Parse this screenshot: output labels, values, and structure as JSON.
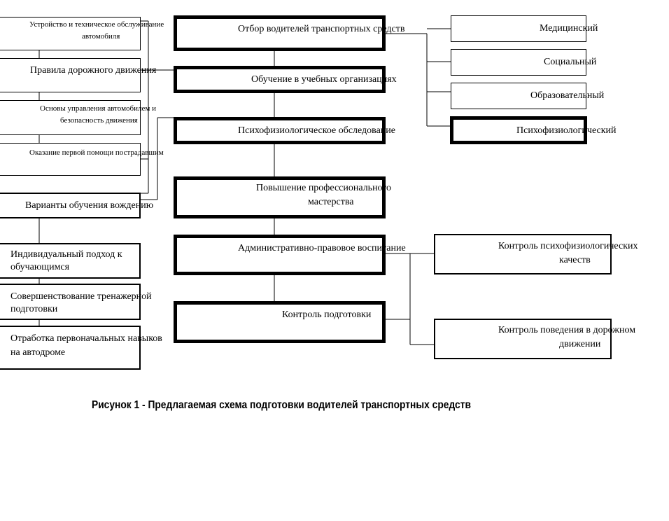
{
  "center": {
    "selection": "Отбор водителей транспортных средств",
    "training": "Обучение в учебных организациях",
    "psycho_exam": "Психофизиологическое обследование",
    "skill_line1": "Повышение профессионального",
    "skill_line2": "мастерства",
    "admin": "Административно-правовое воспитание",
    "control": "Контроль подготовки"
  },
  "left_top": {
    "device_line1": "Устройство и техническое обслуживание",
    "device_line2": "автомобиля",
    "rules": "Правила дорожного движения",
    "basics_line1": "Основы управления автомобилем и",
    "basics_line2": "безопасность движения",
    "first_aid": "Оказание первой помощи пострадавшим"
  },
  "left_bottom": {
    "variants": "Варианты обучения вождению",
    "individual_line1": "Индивидуальный подход к",
    "individual_line2": "обучающимся",
    "simulator_line1": "Совершенствование тренажерной",
    "simulator_line2": "подготовки",
    "practice_line1": "Отработка первоначальных навыков",
    "practice_line2": "на автодроме"
  },
  "right_top": {
    "medical": "Медицинский",
    "social": "Социальный",
    "educational": "Образовательный",
    "psycho": "Психофизиологический"
  },
  "right_bottom": {
    "control_psycho_line1": "Контроль психофизиологических",
    "control_psycho_line2": "качеств",
    "control_behavior_line1": "Контроль поведения в дорожном",
    "control_behavior_line2": "движении"
  },
  "caption": "Рисунок 1  - Предлагаемая схема подготовки водителей транспортных средств"
}
